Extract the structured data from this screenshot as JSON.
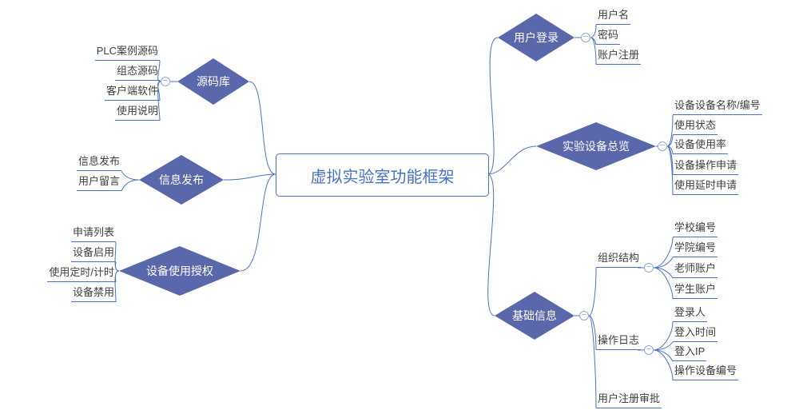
{
  "root": {
    "label": "虚拟实验室功能框架"
  },
  "left_branches": [
    {
      "label": "源码库",
      "children": [
        {
          "label": "PLC案例源码"
        },
        {
          "label": "组态源码"
        },
        {
          "label": "客户端软件"
        },
        {
          "label": "使用说明"
        }
      ]
    },
    {
      "label": "信息发布",
      "children": [
        {
          "label": "信息发布"
        },
        {
          "label": "用户留言"
        }
      ]
    },
    {
      "label": "设备使用授权",
      "children": [
        {
          "label": "申请列表"
        },
        {
          "label": "设备启用"
        },
        {
          "label": "使用定时/计时"
        },
        {
          "label": "设备禁用"
        }
      ]
    }
  ],
  "right_branches": [
    {
      "label": "用户登录",
      "children": [
        {
          "label": "用户名"
        },
        {
          "label": "密码"
        },
        {
          "label": "账户注册"
        }
      ]
    },
    {
      "label": "实验设备总览",
      "children": [
        {
          "label": "设备设备名称/编号"
        },
        {
          "label": "使用状态"
        },
        {
          "label": "设备使用率"
        },
        {
          "label": "设备操作申请"
        },
        {
          "label": "使用延时申请"
        }
      ]
    },
    {
      "label": "基础信息",
      "children": [
        {
          "label": "组织结构",
          "children": [
            {
              "label": "学校编号"
            },
            {
              "label": "学院编号"
            },
            {
              "label": "老师账户"
            },
            {
              "label": "学生账户"
            }
          ]
        },
        {
          "label": "操作日志",
          "children": [
            {
              "label": "登录人"
            },
            {
              "label": "登入时间"
            },
            {
              "label": "登入IP"
            },
            {
              "label": "操作设备编号"
            }
          ]
        },
        {
          "label": "用户注册审批",
          "children": []
        }
      ]
    }
  ],
  "icons": {
    "collapse_glyph": "−"
  },
  "colors": {
    "branch_fill": "#5a68ab",
    "line": "#4a72c4",
    "leaf_text": "#3f3f3f",
    "root_accent": "#4a72c4",
    "collapse_stroke": "#93a7d4"
  }
}
